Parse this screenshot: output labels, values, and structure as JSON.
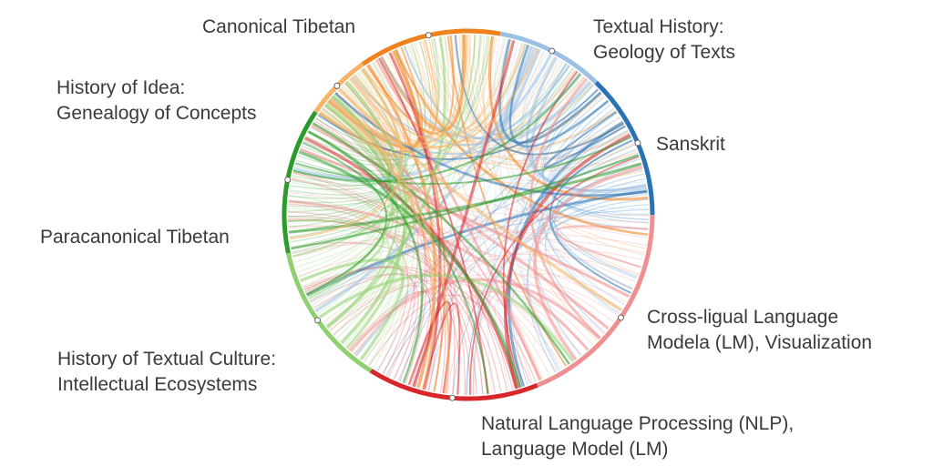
{
  "diagram": {
    "type": "chord",
    "groups": [
      {
        "id": "canonical",
        "lines": [
          "Canonical Tibetan"
        ],
        "color": "#f0821e",
        "tint": "#f7b574"
      },
      {
        "id": "textual-history",
        "lines": [
          "Textual History:",
          "Geology of Texts"
        ],
        "color": "#9cc0e4",
        "tint": "#b9d3ee"
      },
      {
        "id": "sanskrit",
        "lines": [
          "Sanskrit"
        ],
        "color": "#2a72b3",
        "tint": "#5d9ad0"
      },
      {
        "id": "cross-lingual",
        "lines": [
          "Cross-ligual Language",
          "Modela (LM), Visualization"
        ],
        "color": "#f08f8f",
        "tint": "#f4b0b0"
      },
      {
        "id": "nlp",
        "lines": [
          "Natural Language Processing (NLP),",
          "Language Model (LM)"
        ],
        "color": "#d8262a",
        "tint": "#e16265"
      },
      {
        "id": "textual-culture",
        "lines": [
          "History of Textual Culture:",
          "Intellectual Ecosystems"
        ],
        "color": "#8fd070",
        "tint": "#a6dc8b"
      },
      {
        "id": "paracanonical",
        "lines": [
          "Paracanonical Tibetan"
        ],
        "color": "#2c9b2c",
        "tint": "#5cb85c"
      },
      {
        "id": "history-idea",
        "lines": [
          "History of Idea:",
          "Genealogy of Concepts"
        ],
        "color": "#f7b466",
        "tint": "#f9c88f"
      }
    ]
  }
}
